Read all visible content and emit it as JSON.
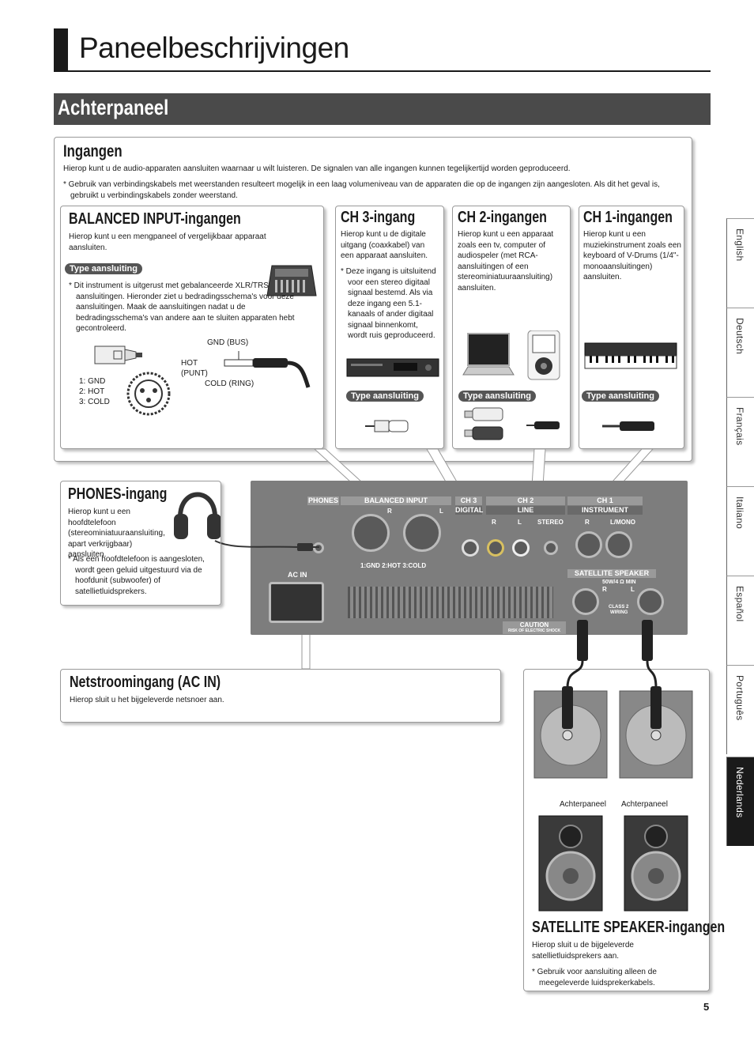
{
  "page": {
    "title": "Paneelbeschrijvingen",
    "section": "Achterpaneel",
    "page_number": "5"
  },
  "side_tabs": [
    "English",
    "Deutsch",
    "Français",
    "Italiano",
    "Español",
    "Português",
    "Nederlands"
  ],
  "ingangen": {
    "heading": "Ingangen",
    "text": "Hierop kunt u de audio-apparaten aansluiten waarnaar u wilt luisteren. De signalen van alle ingangen kunnen tegelijkertijd worden geproduceerd.",
    "note": "*  Gebruik van verbindingskabels met weerstanden resulteert mogelijk in een laag volumeniveau van de apparaten die op de ingangen zijn aangesloten. Als dit het geval is, gebruikt u verbindingskabels zonder weerstand."
  },
  "balanced": {
    "heading": "BALANCED INPUT-ingangen",
    "text": "Hierop kunt u een mengpaneel of vergelijkbaar apparaat aansluiten.",
    "pill": "Type aansluiting",
    "note": "*  Dit instrument is uitgerust met gebalanceerde XLR/TRS-aansluitingen. Hieronder ziet u bedradingsschema's voor deze aansluitingen. Maak de aansluitingen nadat u de bedradingsschema's van andere aan te sluiten apparaten hebt gecontroleerd.",
    "xlr_pins": [
      "1: GND",
      "2: HOT",
      "3: COLD"
    ],
    "trs_gnd": "GND (BUS)",
    "trs_hot": "HOT",
    "trs_punt": "(PUNT)",
    "trs_cold": "COLD (RING)"
  },
  "ch3": {
    "heading": "CH 3-ingang",
    "text": "Hierop kunt u de digitale uitgang (coaxkabel) van een apparaat aansluiten.",
    "note": "*  Deze ingang is uitsluitend voor een stereo digitaal signaal bestemd. Als via deze ingang een 5.1-kanaals of ander digitaal signaal binnenkomt, wordt ruis geproduceerd.",
    "pill": "Type aansluiting"
  },
  "ch2": {
    "heading": "CH 2-ingangen",
    "text": "Hierop kunt u een apparaat zoals een tv, computer of audiospeler (met RCA-aansluitingen of een stereominiatuuraansluiting) aansluiten.",
    "pill": "Type aansluiting"
  },
  "ch1": {
    "heading": "CH 1-ingangen",
    "text": "Hierop kunt u een muziekinstrument zoals een keyboard of V-Drums (1/4\"-monoaansluitingen) aansluiten.",
    "pill": "Type aansluiting"
  },
  "phones": {
    "heading": "PHONES-ingang",
    "text": "Hierop kunt u een hoofdtelefoon (stereominiatuuraansluiting, apart verkrijgbaar) aansluiten.",
    "note": "*  Als een hoofdtelefoon is aangesloten, wordt geen geluid uitgestuurd via de hoofdunit (subwoofer) of satellietluidsprekers."
  },
  "acin": {
    "heading": "Netstroomingang (AC IN)",
    "text": "Hierop sluit u het bijgeleverde netsnoer aan."
  },
  "satellite": {
    "heading": "SATELLITE SPEAKER-ingangen",
    "text": "Hierop sluit u de bijgeleverde satellietluidsprekers aan.",
    "note": "*  Gebruik voor aansluiting alleen de meegeleverde luidsprekerkabels.",
    "back_label_left": "Achterpaneel",
    "back_label_right": "Achterpaneel"
  },
  "device": {
    "phones": "PHONES",
    "balanced": "BALANCED INPUT",
    "ch3": "CH 3",
    "digital": "DIGITAL",
    "ch2": "CH 2",
    "line": "LINE",
    "ch1": "CH 1",
    "instrument": "INSTRUMENT",
    "r": "R",
    "l": "L",
    "stereo": "STEREO",
    "lmono": "L/MONO",
    "xlr_legend": "1:GND  2:HOT  3:COLD",
    "ac_in": "AC IN",
    "sat_speaker": "SATELLITE SPEAKER",
    "sat_spec": "50W/4 Ω MIN",
    "class2": "CLASS 2",
    "wiring": "WIRING",
    "caution": "CAUTION",
    "caution_sub": "RISK OF ELECTRIC SHOCK"
  },
  "colors": {
    "banner": "#4a4a4a",
    "pill": "#555555",
    "panel": "#7d7d7d",
    "active_tab": "#1a1a1a"
  }
}
